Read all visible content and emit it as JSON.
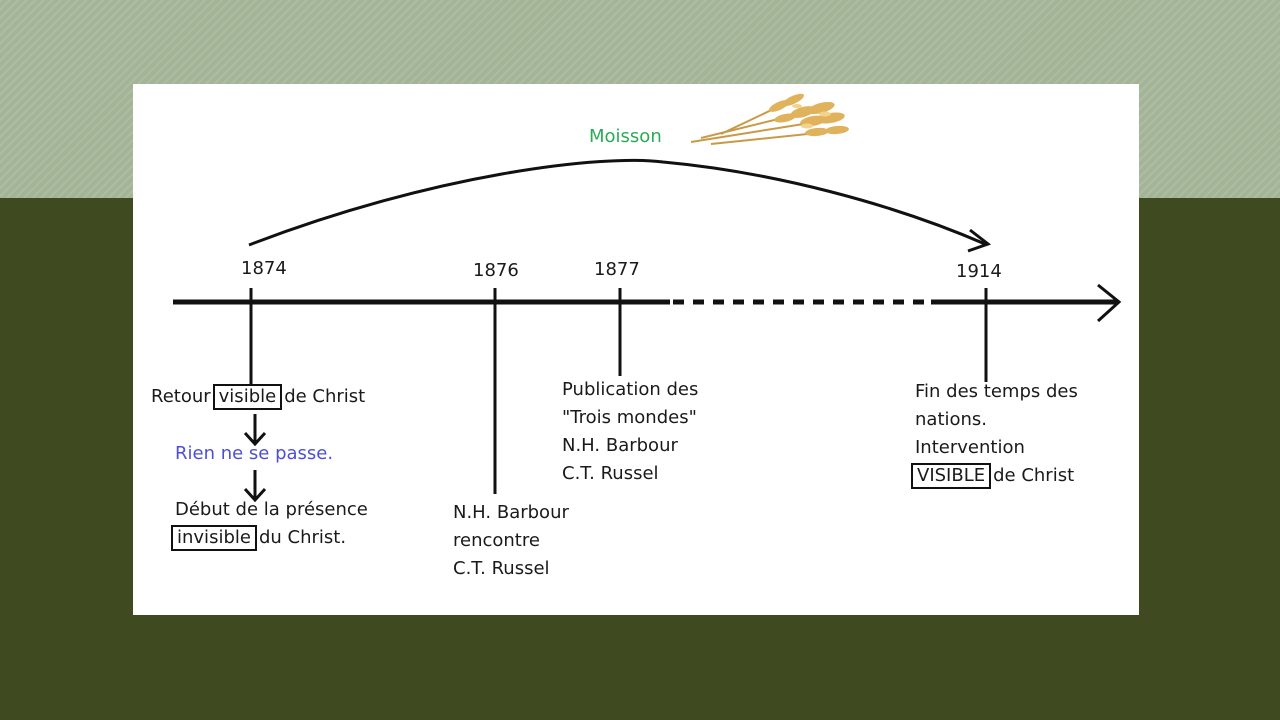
{
  "harvest": {
    "label": "Moisson",
    "icon": "wheat-icon"
  },
  "years": {
    "y1874": "1874",
    "y1876": "1876",
    "y1877": "1877",
    "y1914": "1914"
  },
  "event1874": {
    "line1_pre": "Retour",
    "line1_box": "visible",
    "line1_post": "de Christ",
    "nothing": "Rien ne se passe.",
    "line3": "Début de la présence",
    "line4_box": "invisible",
    "line4_post": "du Christ."
  },
  "event1876": {
    "line1": "N.H. Barbour",
    "line2": "rencontre",
    "line3": "C.T. Russel"
  },
  "event1877": {
    "line1": "Publication des",
    "line2": "\"Trois mondes\"",
    "line3": "N.H. Barbour",
    "line4": "C.T. Russel"
  },
  "event1914": {
    "line1": "Fin des temps des",
    "line2": "nations.",
    "line3": "Intervention",
    "line4_box": "VISIBLE",
    "line4_post": "de Christ"
  },
  "colors": {
    "harvest": "#2aab55",
    "nothing": "#4d4fd6",
    "line": "#111111",
    "top_band": "#a4b597",
    "bottom_band": "#3f4a21"
  }
}
